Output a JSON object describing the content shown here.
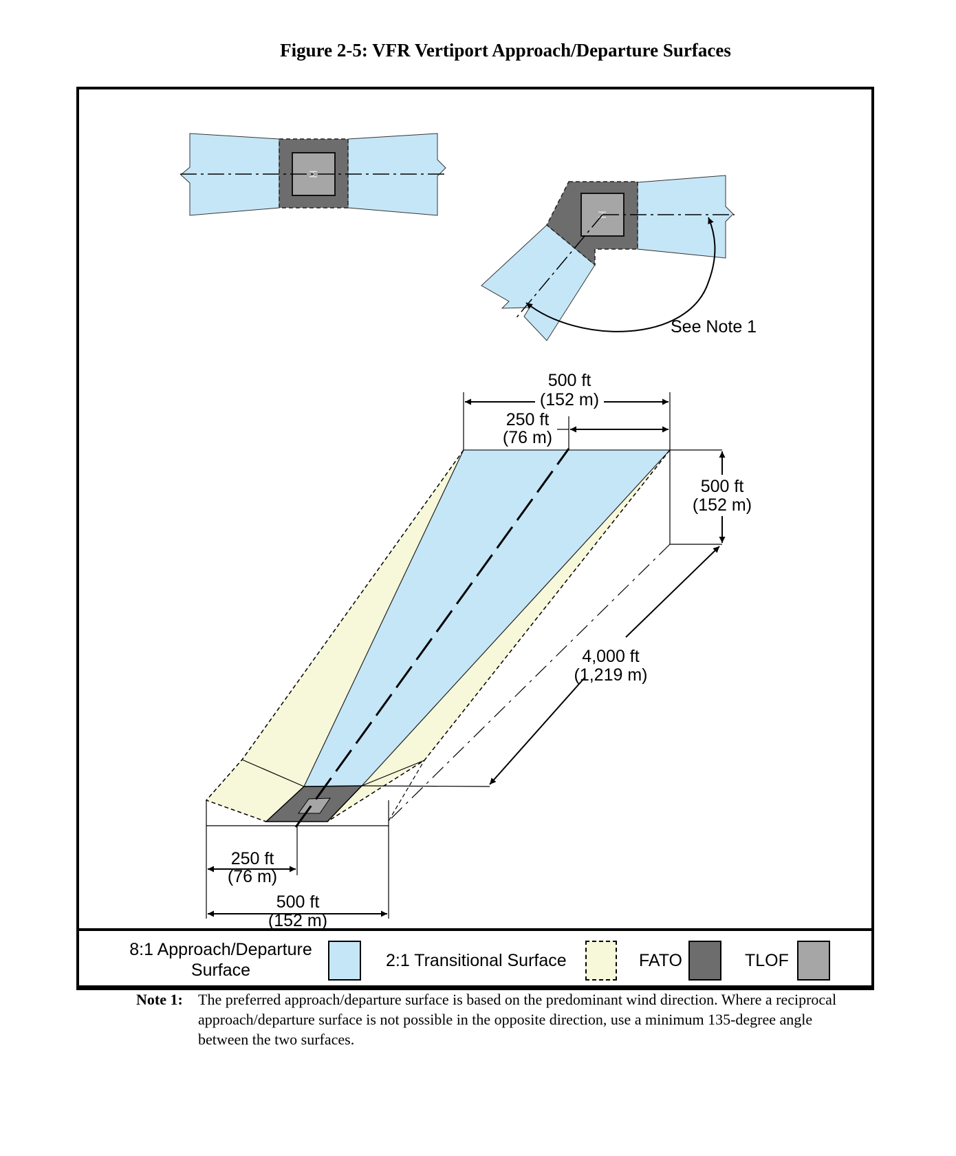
{
  "figure": {
    "title": "Figure 2-5: VFR Vertiport Approach/Departure Surfaces"
  },
  "labels": {
    "see_note": "See Note 1",
    "top_width_ft": "500 ft",
    "top_width_m": "(152 m)",
    "top_half_ft": "250 ft",
    "top_half_m": "(76 m)",
    "height_ft": "500 ft",
    "height_m": "(152 m)",
    "length_ft": "4,000 ft",
    "length_m": "(1,219 m)",
    "bottom_half_ft": "250 ft",
    "bottom_half_m": "(76 m)",
    "bottom_width_ft": "500 ft",
    "bottom_width_m": "(152 m)"
  },
  "pad_marking": {
    "letter": "H"
  },
  "legend": {
    "approach_line1": "8:1 Approach/Departure",
    "approach_line2": "Surface",
    "transitional": "2:1 Transitional Surface",
    "fato": "FATO",
    "tlof": "TLOF"
  },
  "colors": {
    "approach": "#c5e6f7",
    "transitional": "#f7f7d9",
    "fato": "#6d6d6d",
    "tlof": "#a6a6a6"
  },
  "note": {
    "label": "Note 1:",
    "text": "The preferred approach/departure surface is based on the predominant wind direction. Where a reciprocal approach/departure surface is not possible in the opposite direction, use a minimum 135-degree angle between the two surfaces."
  }
}
